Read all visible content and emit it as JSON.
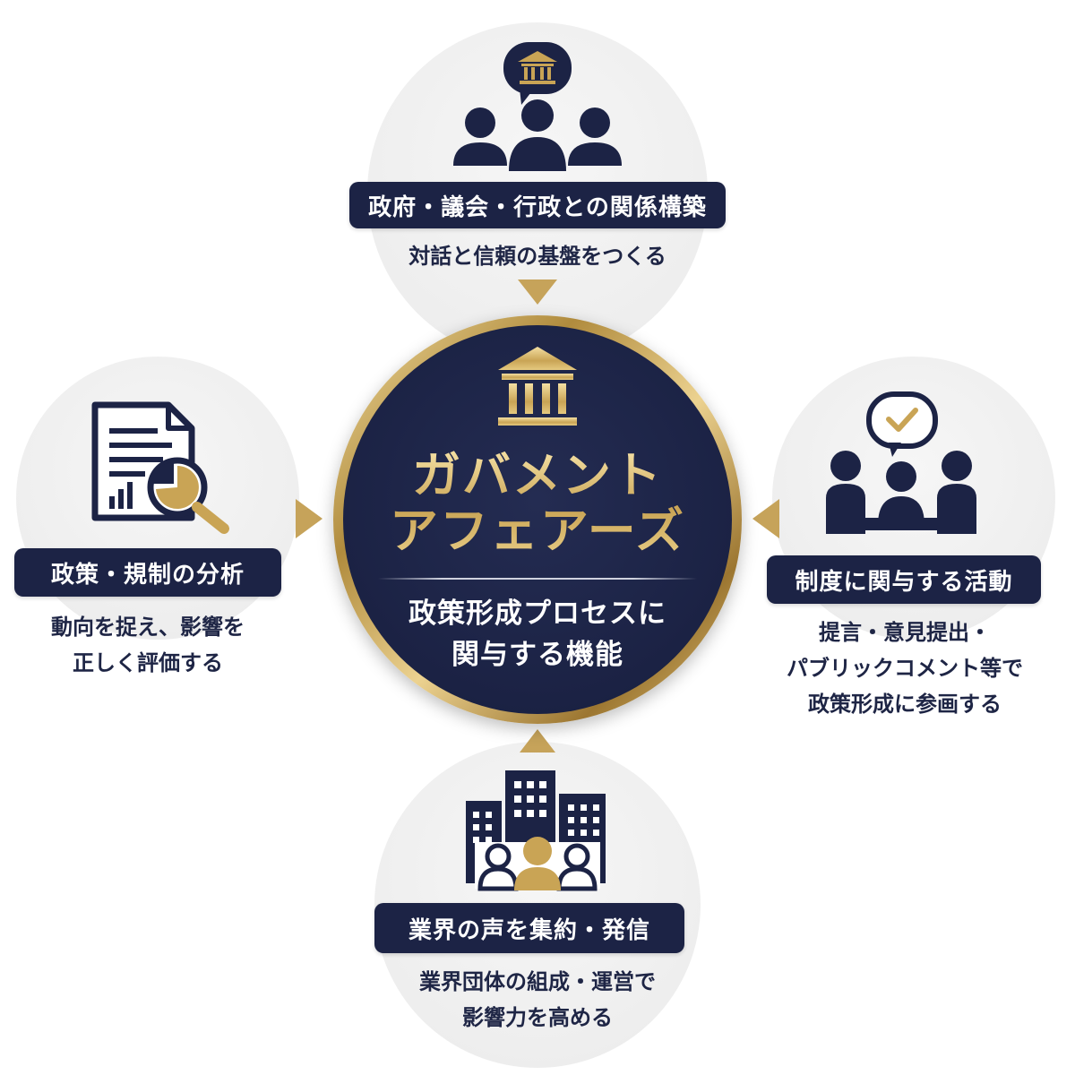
{
  "center": {
    "title_line1": "ガバメント",
    "title_line2": "アフェアーズ",
    "subtitle_line1": "政策形成プロセスに",
    "subtitle_line2": "関与する機能",
    "icon": "government-building-icon"
  },
  "nodes": {
    "top": {
      "label": "政府・議会・行政との関係構築",
      "desc_line1": "対話と信頼の基盤をつくる",
      "icon": "people-dialogue-government-icon"
    },
    "left": {
      "label": "政策・規制の分析",
      "desc_line1": "動向を捉え、影響を",
      "desc_line2": "正しく評価する",
      "icon": "document-analysis-icon"
    },
    "right": {
      "label": "制度に関与する活動",
      "desc_line1": "提言・意見提出・",
      "desc_line2": "パブリックコメント等で",
      "desc_line3": "政策形成に参画する",
      "icon": "meeting-approval-icon"
    },
    "bottom": {
      "label": "業界の声を集約・発信",
      "desc_line1": "業界団体の組成・運営で",
      "desc_line2": "影響力を高める",
      "icon": "industry-group-icon"
    }
  },
  "colors": {
    "navy": "#1c2345",
    "gold": "#c9a455",
    "bubble": "#efefef"
  }
}
